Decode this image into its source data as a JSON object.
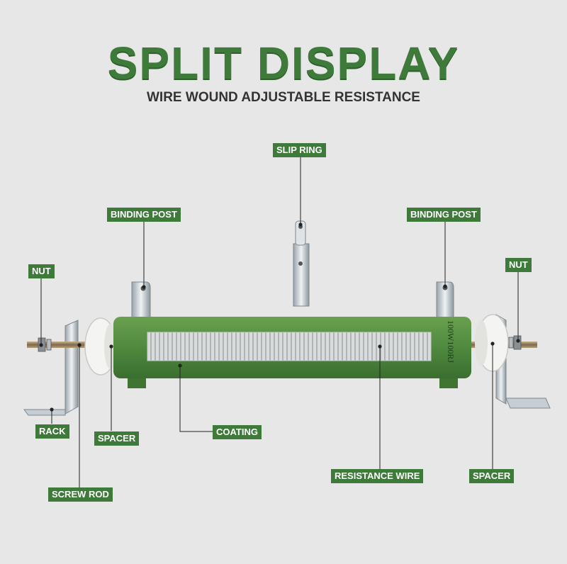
{
  "header": {
    "title": "SPLIT DISPLAY",
    "subtitle": "WIRE WOUND ADJUSTABLE RESISTANCE"
  },
  "labels": {
    "slip_ring": "SLIP RING",
    "binding_post_left": "BINDING POST",
    "binding_post_right": "BINDING POST",
    "nut_left": "NUT",
    "nut_right": "NUT",
    "rack": "RACK",
    "spacer_left": "SPACER",
    "coating": "COATING",
    "resistance_wire": "RESISTANCE WIRE",
    "spacer_right": "SPACER",
    "screw_rod": "SCREW ROD"
  },
  "product": {
    "marking": "100W100RJ"
  },
  "colors": {
    "accent": "#3e7a3a",
    "body_green": "#4f8a3f",
    "background": "#e7e7e7"
  }
}
